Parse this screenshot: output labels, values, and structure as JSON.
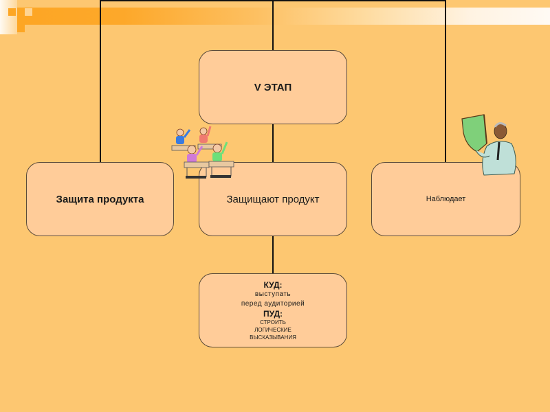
{
  "colors": {
    "background": "#fdc771",
    "box_fill": "#ffcc99",
    "box_border": "#5a4a3a",
    "connector": "#111111",
    "accent_orange": "#fda624"
  },
  "diagram": {
    "stage": {
      "label": "V ЭТАП"
    },
    "row": [
      {
        "label": "Защита продукта"
      },
      {
        "label": "Защищают продукт"
      },
      {
        "label": "Наблюдает"
      }
    ],
    "details": {
      "kud_heading": "КУД:",
      "kud_lines": [
        "выступать",
        "перед аудиторией"
      ],
      "pud_heading": "ПУД:",
      "pud_lines": [
        "строить",
        "логические",
        "высказывания"
      ]
    }
  },
  "images": {
    "students": "students-clipart",
    "teacher": "teacher-clipart"
  }
}
